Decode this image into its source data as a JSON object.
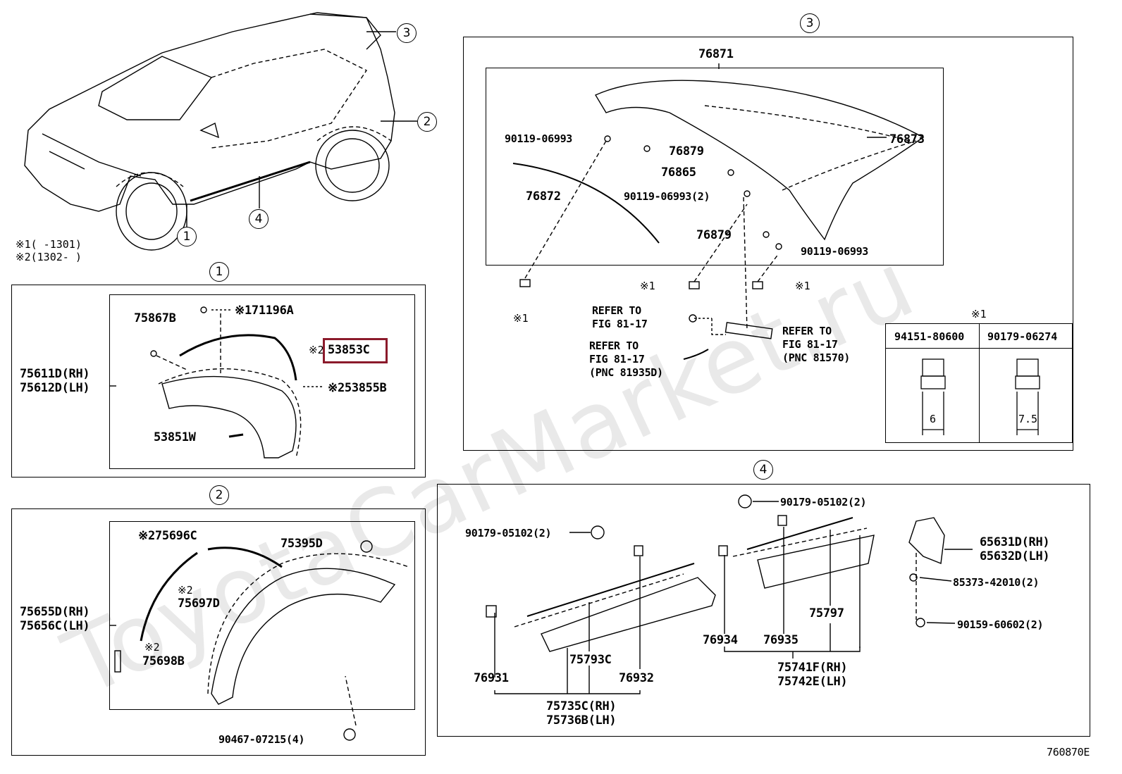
{
  "watermark": "ToyotaCarMarket.ru",
  "figure_id": "760870E",
  "notes": {
    "n1": "※1(    -1301)",
    "n2": "※2(1302-    )"
  },
  "markers": {
    "c1": "1",
    "c2": "2",
    "c3": "3",
    "c4": "4"
  },
  "overview": {
    "c1": "1",
    "c2": "2",
    "c3": "3",
    "c4": "4"
  },
  "panel1": {
    "title": "1",
    "labels": {
      "p75867B": "75867B",
      "p71196A": "※171196A",
      "p53853C": "53853C",
      "p53853C_mark": "※2",
      "p53855B": "※253855B",
      "p53851W": "53851W",
      "p75611D": "75611D(RH)",
      "p75612D": "75612D(LH)"
    }
  },
  "panel2": {
    "title": "2",
    "labels": {
      "p75696C": "※275696C",
      "p75395D": "75395D",
      "p75697D_mark": "※2",
      "p75697D": "75697D",
      "p75655D": "75655D(RH)",
      "p75656C": "75656C(LH)",
      "p75698B_mark": "※2",
      "p75698B": "75698B",
      "p90467": "90467-07215(4)"
    }
  },
  "panel3": {
    "title": "3",
    "labels": {
      "p76871": "76871",
      "p90119a": "90119-06993",
      "p76879a": "76879",
      "p76873": "76873",
      "p76865": "76865",
      "p76872": "76872",
      "p90119b": "90119-06993(2)",
      "p76879b": "76879",
      "p90119c": "90119-06993",
      "m1a": "※1",
      "m1b": "※1",
      "m1c": "※1",
      "ref1a": "REFER TO",
      "ref1b": "FIG 81-17",
      "ref2a": "REFER TO",
      "ref2b": "FIG 81-17",
      "ref2c": "(PNC 81935D)",
      "ref3a": "REFER TO",
      "ref3b": "FIG 81-17",
      "ref3c": "(PNC 81570)"
    },
    "table": {
      "title": "※1",
      "col1": "94151-80600",
      "col2": "90179-06274",
      "dim1": "6",
      "dim2": "7.5"
    }
  },
  "panel4": {
    "title": "4",
    "labels": {
      "p90179a": "90179-05102(2)",
      "p90179b": "90179-05102(2)",
      "p65631D": "65631D(RH)",
      "p65632D": "65632D(LH)",
      "p85373": "85373-42010(2)",
      "p90159": "90159-60602(2)",
      "p75797": "75797",
      "p76934": "76934",
      "p76935": "76935",
      "p75741F": "75741F(RH)",
      "p75742E": "75742E(LH)",
      "p76931": "76931",
      "p75793C": "75793C",
      "p76932": "76932",
      "p75735C": "75735C(RH)",
      "p75736B": "75736B(LH)"
    }
  },
  "highlight_color": "#8b1a2b"
}
